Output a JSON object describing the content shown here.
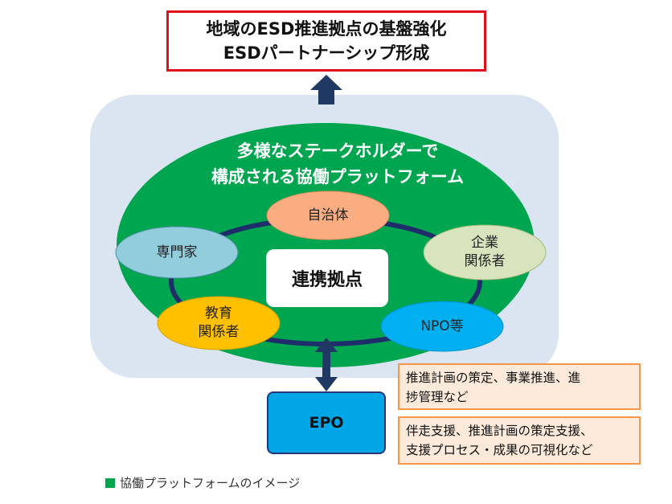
{
  "goal": {
    "line1": "地域のESD推進拠点の基盤強化",
    "line2": "ESDパートナーシップ形成"
  },
  "platform": {
    "title_line1": "多様なステークホルダーで",
    "title_line2": "構成される協働プラットフォーム"
  },
  "nodes": {
    "local_gov": "自治体",
    "experts": "専門家",
    "business_line1": "企業",
    "business_line2": "関係者",
    "education_line1": "教育",
    "education_line2": "関係者",
    "npo": "NPO等"
  },
  "hub": "連携拠点",
  "epo": "EPO",
  "notes": {
    "top_line1": "推進計画の策定、事業推進、進",
    "top_line2": "捗管理など",
    "bottom_line1": "伴走支援、推進計画の策定支援、",
    "bottom_line2": "支援プロセス・成果の可視化など"
  },
  "caption": "協働プラットフォームのイメージ",
  "colors": {
    "goal_border": "#e0111b",
    "outer_panel": "#dbe5f1",
    "platform_green": "#00a64f",
    "ring_navy": "#1f2d6b",
    "arrow_navy": "#1f3864",
    "local_gov_fill": "#f9ad81",
    "experts_fill": "#92cddc",
    "business_fill": "#d7e4bd",
    "education_fill": "#ffc000",
    "npo_fill": "#00b0f0",
    "epo_fill": "#00a6e6",
    "note_fill": "#fdeada",
    "note_border": "#f79646"
  }
}
